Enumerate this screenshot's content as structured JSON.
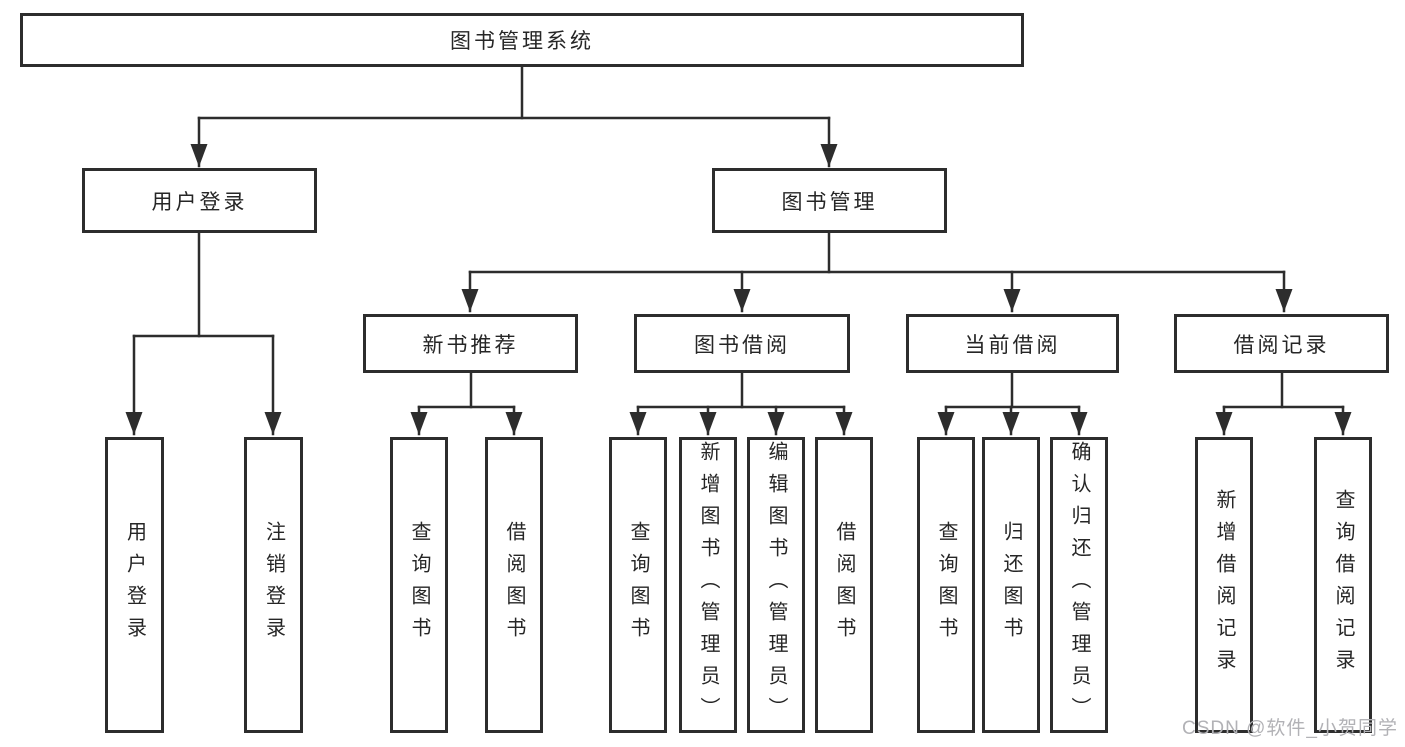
{
  "diagram": {
    "type": "hierarchy-tree",
    "colors": {
      "line": "#2d2d2d",
      "box_border": "#2d2d2d",
      "text": "#262626",
      "background": "#ffffff",
      "watermark": "#b2b2b6"
    }
  },
  "tree": {
    "label": "图书管理系统",
    "children": [
      {
        "label": "用户登录",
        "children": [
          {
            "label": "用户登录"
          },
          {
            "label": "注销登录"
          }
        ]
      },
      {
        "label": "图书管理",
        "children": [
          {
            "label": "新书推荐",
            "children": [
              {
                "label": "查询图书"
              },
              {
                "label": "借阅图书"
              }
            ]
          },
          {
            "label": "图书借阅",
            "children": [
              {
                "label": "查询图书"
              },
              {
                "label": "新增图书（管理员）"
              },
              {
                "label": "编辑图书（管理员）"
              },
              {
                "label": "借阅图书"
              }
            ]
          },
          {
            "label": "当前借阅",
            "children": [
              {
                "label": "查询图书"
              },
              {
                "label": "归还图书"
              },
              {
                "label": "确认归还（管理员）"
              }
            ]
          },
          {
            "label": "借阅记录",
            "children": [
              {
                "label": "新增借阅记录"
              },
              {
                "label": "查询借阅记录"
              }
            ]
          }
        ]
      }
    ]
  },
  "watermark": "CSDN @软件_小贺同学"
}
